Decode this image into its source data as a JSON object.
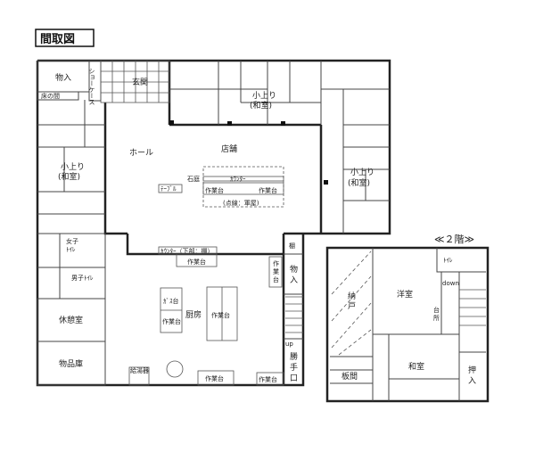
{
  "title": "間取図",
  "floor1": {
    "storage_top": "物入",
    "tokonoma": "床の間",
    "showcase": "ショーケース",
    "entrance": "玄関",
    "tatami_top": [
      "小上り",
      "(和室)"
    ],
    "tatami_left": [
      "小上り",
      "(和室)"
    ],
    "tatami_right": [
      "小上り",
      "(和室)"
    ],
    "hall": "ホール",
    "shop": "店舗",
    "rock_garden": "石庭",
    "table": "ﾃｰﾌﾞﾙ",
    "counter": "ｶｳﾝﾀｰ",
    "worktable_a": "作業台",
    "worktable_b": "作業台",
    "eaves_note": "(点線：軍屋)",
    "womens_toilet": [
      "女子",
      "ﾄｲﾚ"
    ],
    "mens_toilet": "男子ﾄｲﾚ",
    "break_room": "休憩室",
    "goods_storage": "物品庫",
    "counter_shelf": "ｶｳﾝﾀｰ（下部：棚）",
    "kitchen_worktable_top": "作業台",
    "kitchen_worktable_side": [
      "作",
      "業",
      "台"
    ],
    "gas_stand": "ｶﾞｽ台",
    "kitchen_worktable_left": "作業台",
    "kitchen": "厨房",
    "kitchen_worktable_center": "作業台",
    "boiler": "給湯器",
    "kitchen_worktable_bottom1": "作業台",
    "kitchen_worktable_bottom2": "作業台",
    "shelf": "棚",
    "storage_right": [
      "物",
      "入"
    ],
    "stairs_up": "up",
    "back_door": [
      "勝",
      "手",
      "口"
    ]
  },
  "floor2": {
    "label": "≪２階≫",
    "closet_storage": [
      "納",
      "戸"
    ],
    "western_room": "洋室",
    "toilet": "ﾄｲﾚ",
    "stairs_down": "down",
    "kitchenette": [
      "台",
      "所"
    ],
    "japanese_room": "和室",
    "wood_floor": "板間",
    "oshiire": [
      "押",
      "入"
    ]
  }
}
